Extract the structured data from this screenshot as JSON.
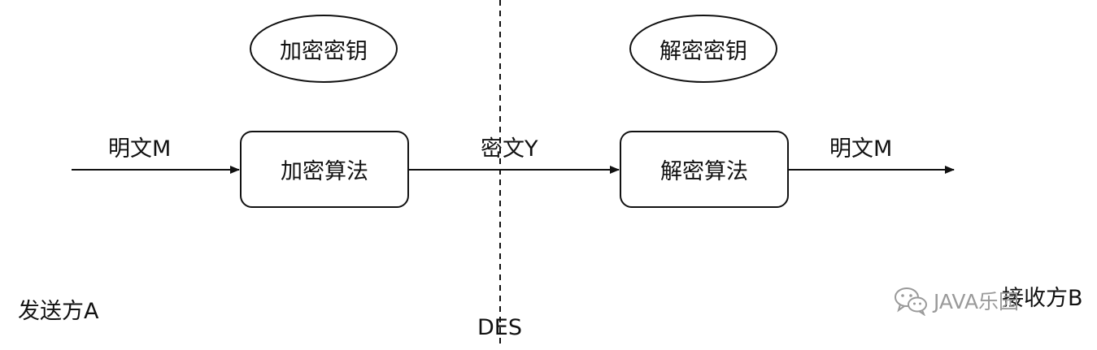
{
  "diagram": {
    "key_encrypt": "加密密钥",
    "key_decrypt": "解密密钥",
    "algo_encrypt": "加密算法",
    "algo_decrypt": "解密算法",
    "plaintext_in": "明文M",
    "ciphertext": "密文Y",
    "plaintext_out": "明文M",
    "sender": "发送方A",
    "receiver": "接收方B",
    "divider_label": "DES"
  },
  "watermark": {
    "icon": "wechat-icon",
    "text": "JAVA乐园"
  },
  "colors": {
    "stroke": "#111111",
    "watermark": "#9a9a9a"
  }
}
